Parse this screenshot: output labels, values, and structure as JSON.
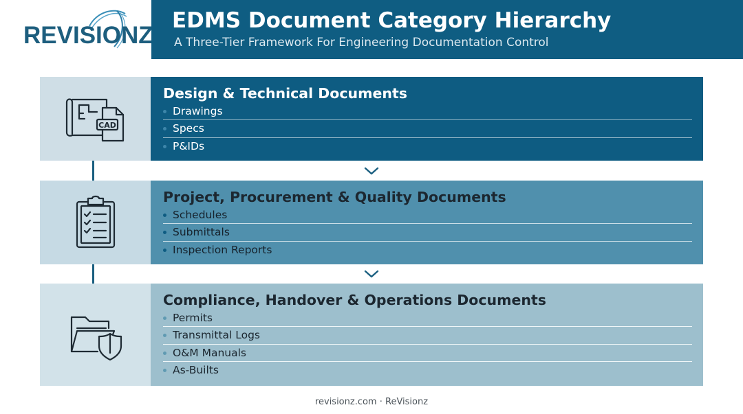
{
  "logo": {
    "text": "REVISIONZ"
  },
  "header": {
    "title": "EDMS Document Category Hierarchy",
    "subtitle": "A Three-Tier Framework For Engineering Documentation Control"
  },
  "tiers": [
    {
      "title": "Design & Technical Documents",
      "icon": "blueprint-cad-icon",
      "icon_label": "CAD",
      "items": [
        "Drawings",
        "Specs",
        "P&IDs"
      ]
    },
    {
      "title": "Project, Procurement & Quality Documents",
      "icon": "clipboard-checklist-icon",
      "items": [
        "Schedules",
        "Submittals",
        "Inspection Reports"
      ]
    },
    {
      "title": "Compliance, Handover & Operations Documents",
      "icon": "folder-shield-icon",
      "items": [
        "Permits",
        "Transmittal Logs",
        "O&M Manuals",
        "As-Builts"
      ]
    }
  ],
  "footer": {
    "text": "revisionz.com · ReVisionz"
  },
  "colors": {
    "header_bg": "#0f5d82",
    "tier1_bg": "#0e5c82",
    "tier2_bg": "#5090ad",
    "tier3_bg": "#9dbfcd",
    "connector": "#1a5f80"
  }
}
